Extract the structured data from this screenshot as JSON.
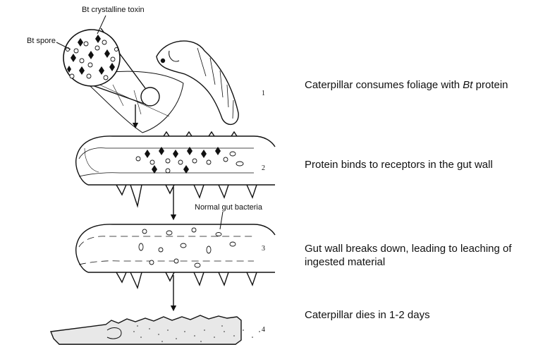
{
  "labels": {
    "toxin": "Bt crystalline toxin",
    "spore": "Bt spore",
    "bacteria": "Normal gut bacteria"
  },
  "stages": [
    {
      "number": "1",
      "caption_pre": "Caterpillar consumes foliage with ",
      "caption_em": "Bt",
      "caption_post": " protein"
    },
    {
      "number": "2",
      "caption": "Protein binds to receptors in the gut wall"
    },
    {
      "number": "3",
      "caption": "Gut wall breaks down, leading to leaching of ingested material"
    },
    {
      "number": "4",
      "caption": "Caterpillar dies in 1-2 days"
    }
  ]
}
